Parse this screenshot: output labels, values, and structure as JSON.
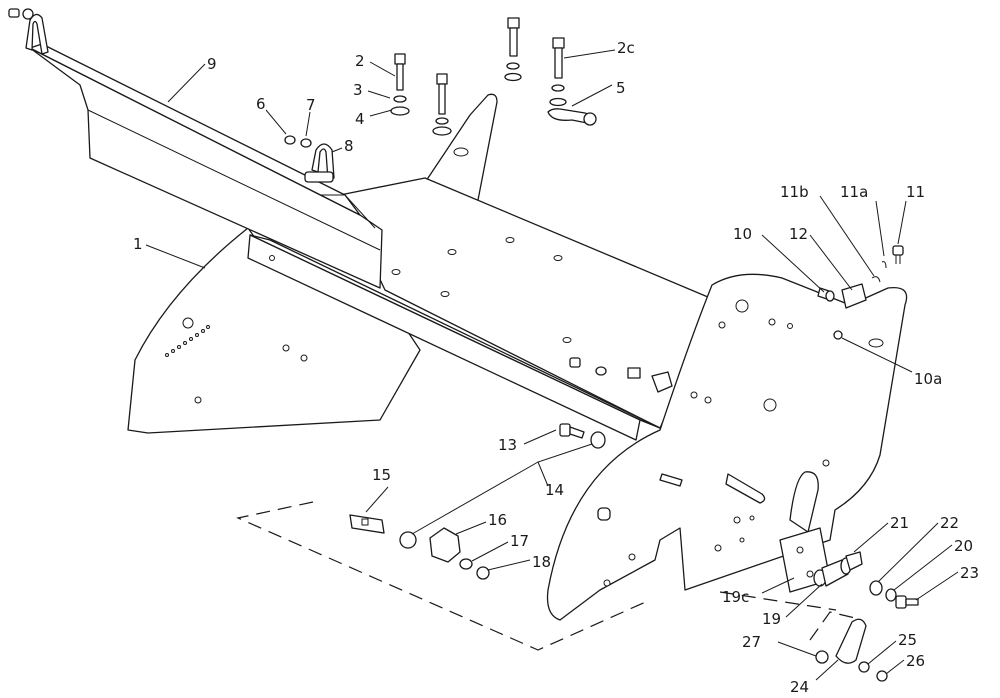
{
  "labels": [
    {
      "id": "9",
      "text": "9"
    },
    {
      "id": "2",
      "text": "2"
    },
    {
      "id": "2c",
      "text": "2c"
    },
    {
      "id": "3",
      "text": "3"
    },
    {
      "id": "4",
      "text": "4"
    },
    {
      "id": "5",
      "text": "5"
    },
    {
      "id": "6",
      "text": "6"
    },
    {
      "id": "7",
      "text": "7"
    },
    {
      "id": "8",
      "text": "8"
    },
    {
      "id": "1",
      "text": "1"
    },
    {
      "id": "11b",
      "text": "11b"
    },
    {
      "id": "11a",
      "text": "11a"
    },
    {
      "id": "11",
      "text": "11"
    },
    {
      "id": "10",
      "text": "10"
    },
    {
      "id": "12",
      "text": "12"
    },
    {
      "id": "10a",
      "text": "10a"
    },
    {
      "id": "13",
      "text": "13"
    },
    {
      "id": "14",
      "text": "14"
    },
    {
      "id": "15",
      "text": "15"
    },
    {
      "id": "16",
      "text": "16"
    },
    {
      "id": "17",
      "text": "17"
    },
    {
      "id": "18",
      "text": "18"
    },
    {
      "id": "21",
      "text": "21"
    },
    {
      "id": "22",
      "text": "22"
    },
    {
      "id": "20",
      "text": "20"
    },
    {
      "id": "23",
      "text": "23"
    },
    {
      "id": "19c",
      "text": "19c"
    },
    {
      "id": "19",
      "text": "19"
    },
    {
      "id": "27",
      "text": "27"
    },
    {
      "id": "25",
      "text": "25"
    },
    {
      "id": "26",
      "text": "26"
    },
    {
      "id": "24",
      "text": "24"
    }
  ]
}
